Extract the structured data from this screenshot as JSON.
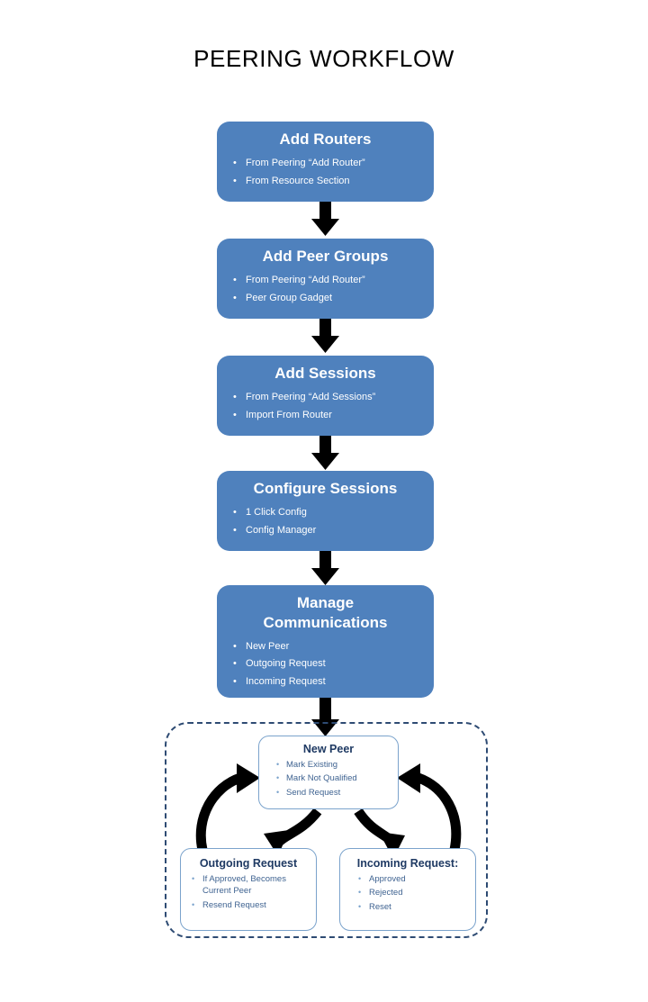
{
  "page": {
    "title": "PEERING WORKFLOW",
    "accent_blue": "#4F81BD",
    "dashed_border": "#2E4B73",
    "sub_box_border": "#7BA3CC",
    "sub_title_color": "#1F3A63",
    "sub_text_color": "#3F6391",
    "arrow_color": "#000000"
  },
  "steps": [
    {
      "title": "Add Routers",
      "bullets": [
        "From  Peering “Add Router”",
        "From Resource Section"
      ]
    },
    {
      "title": "Add Peer Groups",
      "bullets": [
        "From  Peering “Add Router”",
        "Peer Group Gadget"
      ]
    },
    {
      "title": "Add Sessions",
      "bullets": [
        "From  Peering “Add Sessions”",
        "Import  From Router"
      ]
    },
    {
      "title": "Configure Sessions",
      "bullets": [
        "1 Click Config",
        "Config Manager"
      ]
    },
    {
      "title": "Manage Communications",
      "title_line1": "Manage",
      "title_line2": "Communications",
      "bullets": [
        "New Peer",
        "Outgoing Request",
        "Incoming Request"
      ]
    }
  ],
  "manage_group": {
    "new_peer": {
      "title": "New Peer",
      "bullets": [
        "Mark Existing",
        "Mark Not Qualified",
        "Send Request"
      ]
    },
    "outgoing": {
      "title": "Outgoing Request",
      "bullets": [
        "If Approved, Becomes Current Peer",
        "Resend Request"
      ]
    },
    "incoming": {
      "title": "Incoming Request:",
      "bullets": [
        "Approved",
        "Rejected",
        "Reset"
      ]
    }
  }
}
